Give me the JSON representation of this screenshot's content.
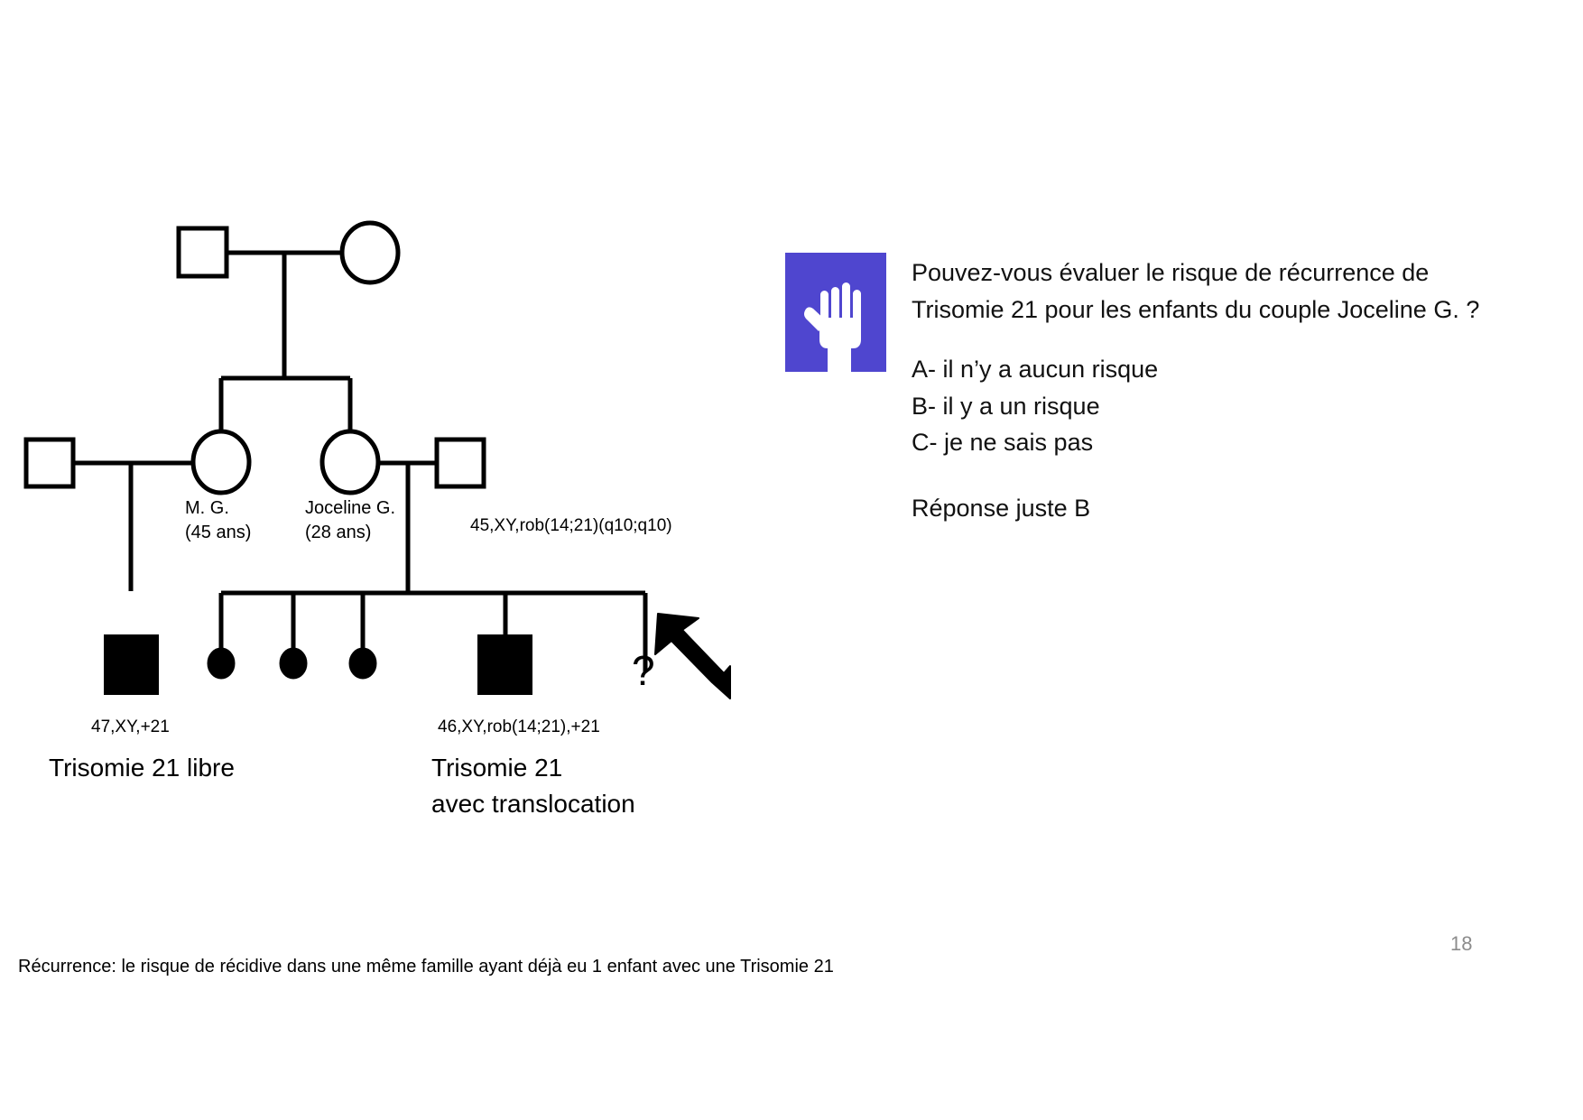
{
  "slide": {
    "page_number": "18",
    "footnote": "Récurrence: le risque de récidive dans une même famille ayant déjà eu 1 enfant avec une Trisomie 21"
  },
  "pedigree": {
    "title": "pedigree-trisomy-21",
    "labels": {
      "mg_name": "M. G.",
      "mg_age": "(45 ans)",
      "joceline_name": "Joceline G.",
      "joceline_age": "(28 ans)",
      "father_karyotype": "45,XY,rob(14;21)(q10;q10)",
      "son1_karyotype": "47,XY,+21",
      "son1_caption": "Trisomie 21 libre",
      "son2_karyotype": "46,XY,rob(14;21),+21",
      "son2_caption_line1": "Trisomie 21",
      "son2_caption_line2": "avec translocation",
      "unknown_marker": "?"
    }
  },
  "right_panel": {
    "badge_icon": "raised-hand-icon",
    "badge_color": "#4f46cf",
    "question_line1": "Pouvez-vous évaluer le risque de récurrence de",
    "question_line2": "Trisomie 21 pour les enfants du couple Joceline G. ?",
    "options": [
      "A- il n’y a aucun risque",
      "B- il y a un risque",
      "C- je ne sais pas"
    ],
    "answer": "Réponse juste B"
  }
}
